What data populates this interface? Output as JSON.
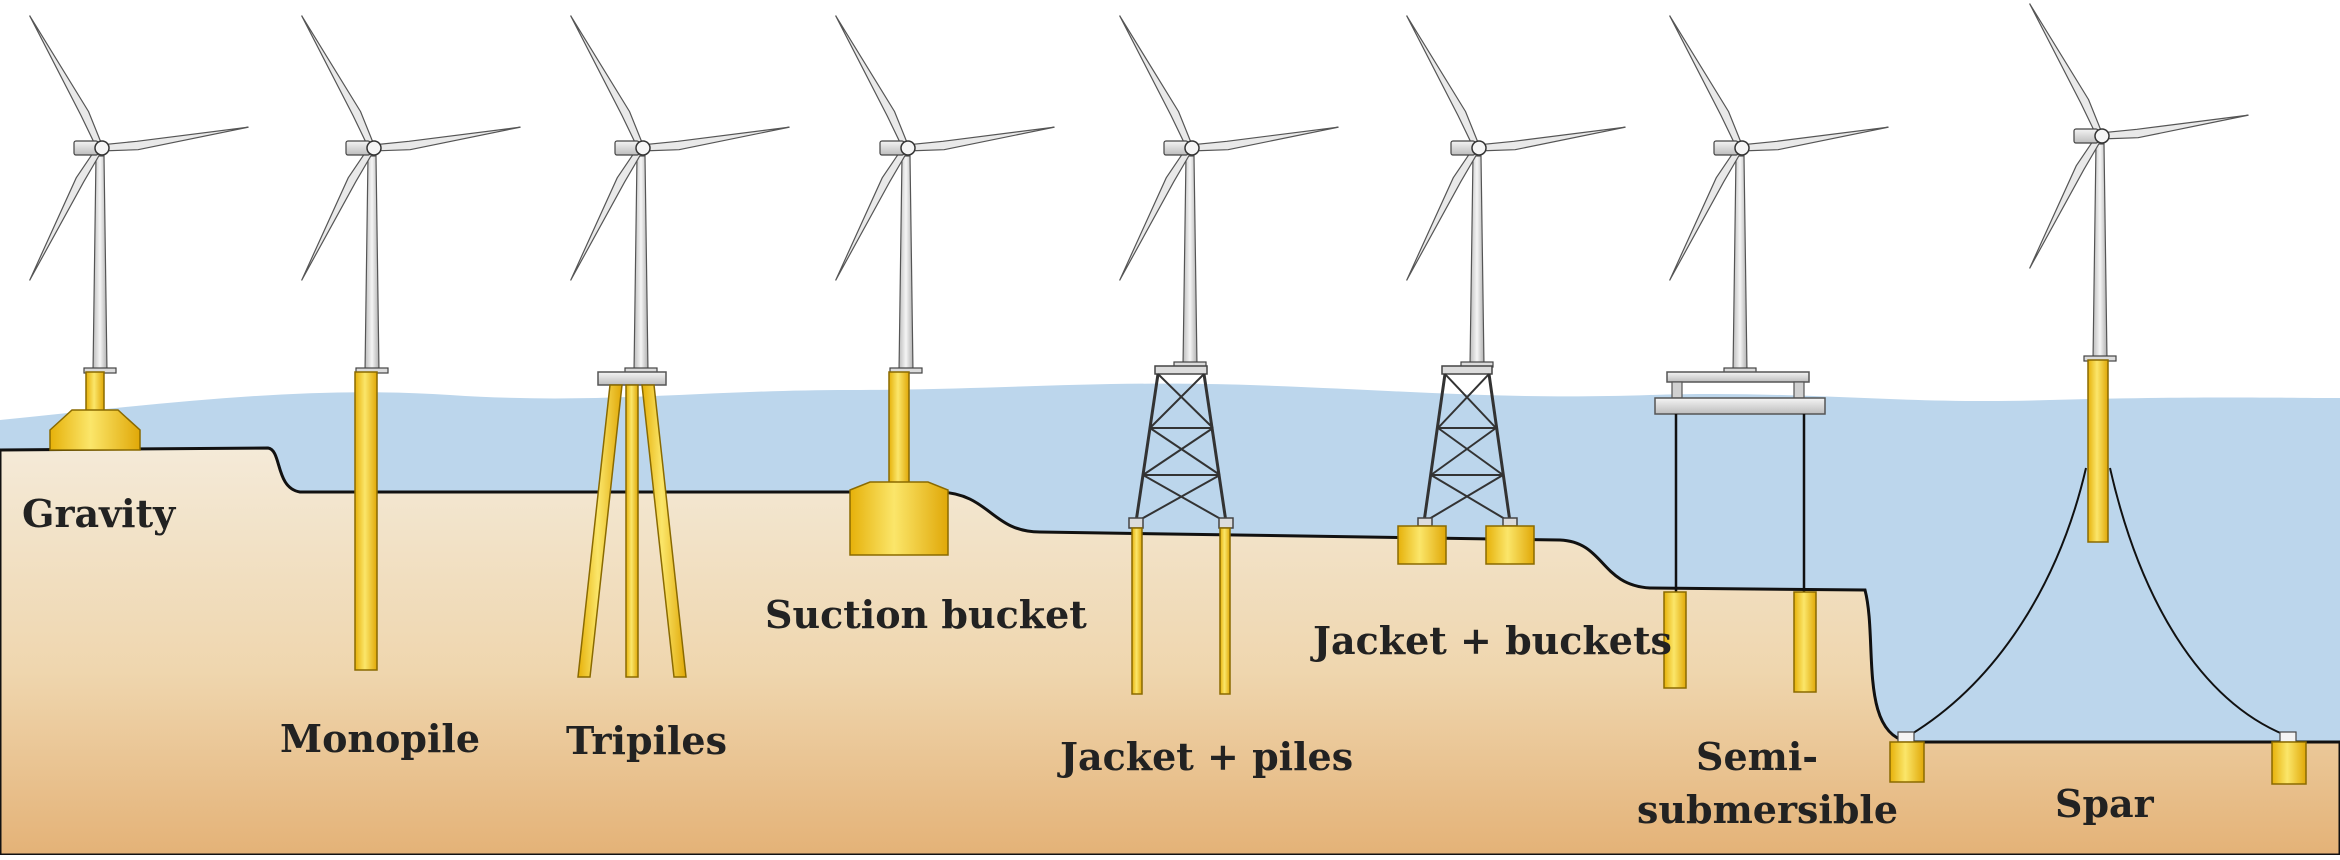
{
  "labels": {
    "gravity": "Gravity",
    "monopile": "Monopile",
    "tripiles": "Tripiles",
    "suction_bucket": "Suction bucket",
    "jacket_piles": "Jacket + piles",
    "jacket_buckets": "Jacket + buckets",
    "semi_line1": "Semi-",
    "semi_line2": "submersible",
    "spar": "Spar"
  },
  "colors": {
    "sea": "#bcd6ec",
    "seabed_top": "#f4ead8",
    "seabed_bottom": "#e6b57c",
    "foundation": "#f2c81e",
    "foundation_light": "#fbe98a",
    "turbine": "#e8e8e8",
    "outline": "#222222"
  }
}
